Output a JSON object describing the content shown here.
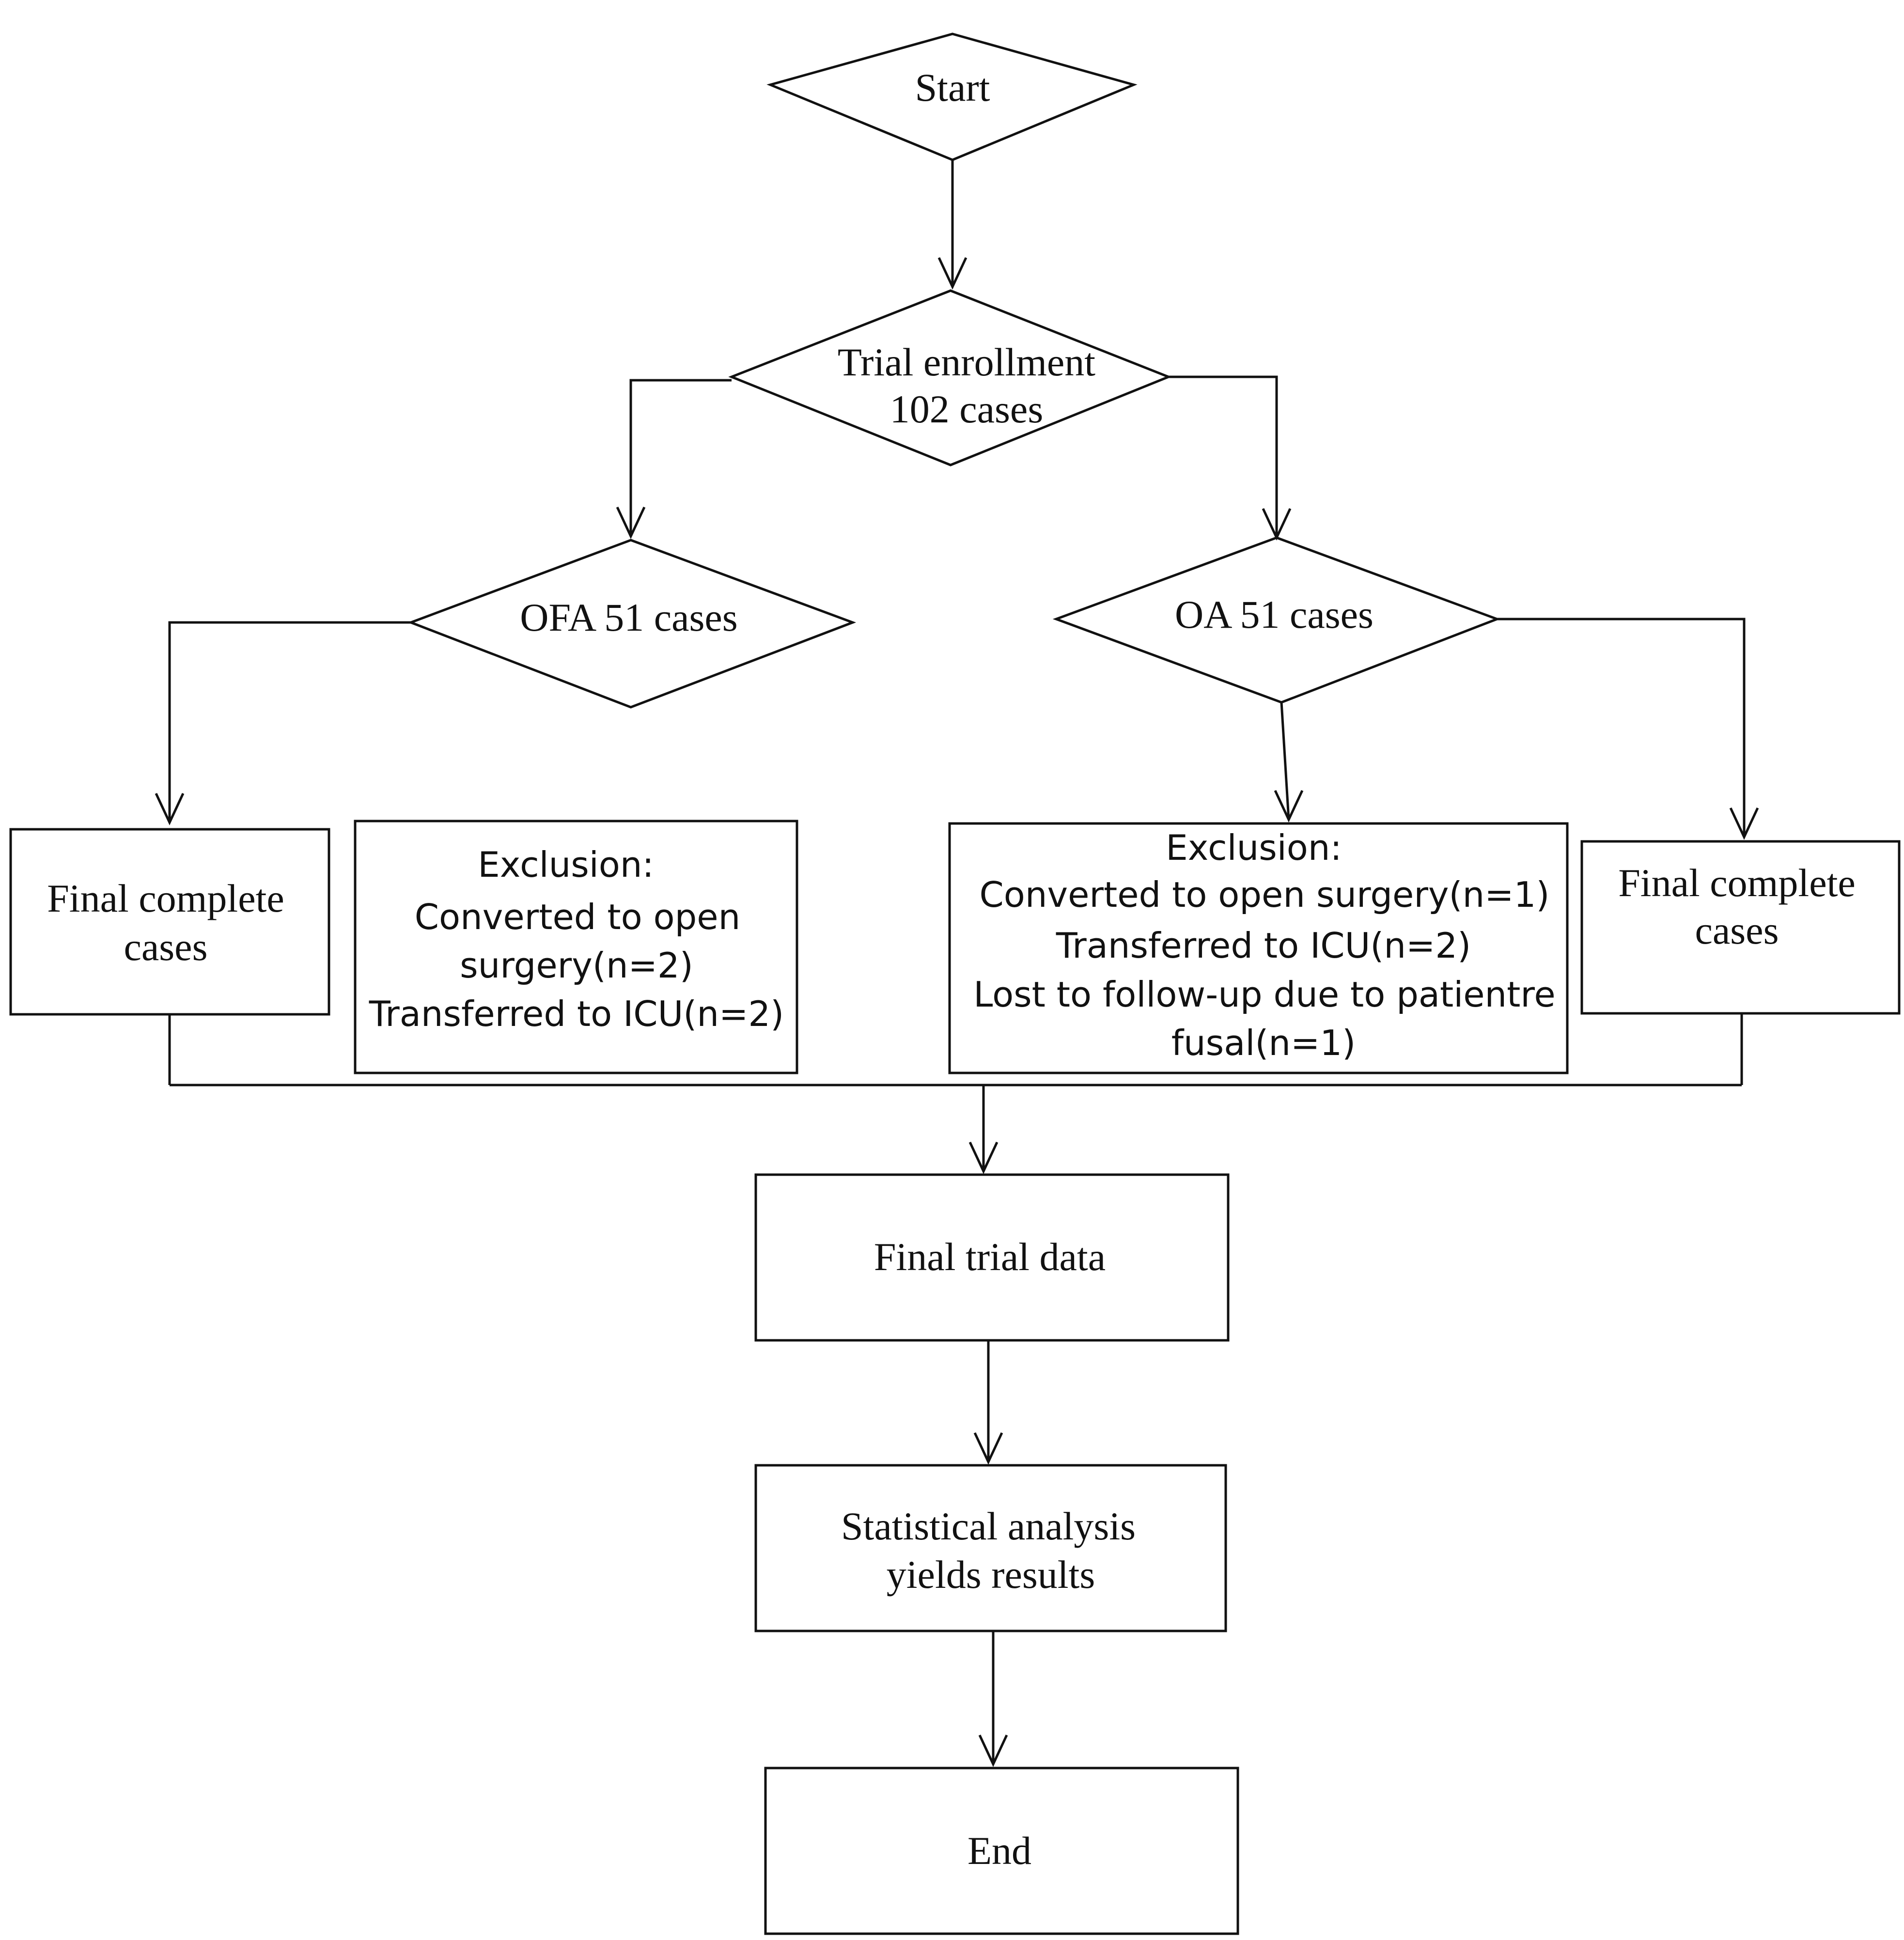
{
  "nodes": {
    "start": "Start",
    "enroll_line1": "Trial enrollment",
    "enroll_line2": "102 cases",
    "ofa": "OFA 51 cases",
    "oa": "OA 51 cases",
    "left_final_line1": "Final complete",
    "left_final_line2": "cases",
    "right_final_line1": "Final complete",
    "right_final_line2": "cases",
    "final_data": "Final trial data",
    "stats_line1": "Statistical analysis",
    "stats_line2": "yields results",
    "end": "End"
  },
  "ofa_exclusion": {
    "title": "Exclusion:",
    "line1": "Converted to open",
    "line2": "surgery(n=2)",
    "line3": "Transferred to ICU(n=2)"
  },
  "oa_exclusion": {
    "title": "Exclusion:",
    "line1": "Converted to open surgery(n=1)",
    "line2": "Transferred to ICU(n=2)",
    "line3": "Lost to follow-up due to patientre",
    "line4": "fusal(n=1)"
  }
}
